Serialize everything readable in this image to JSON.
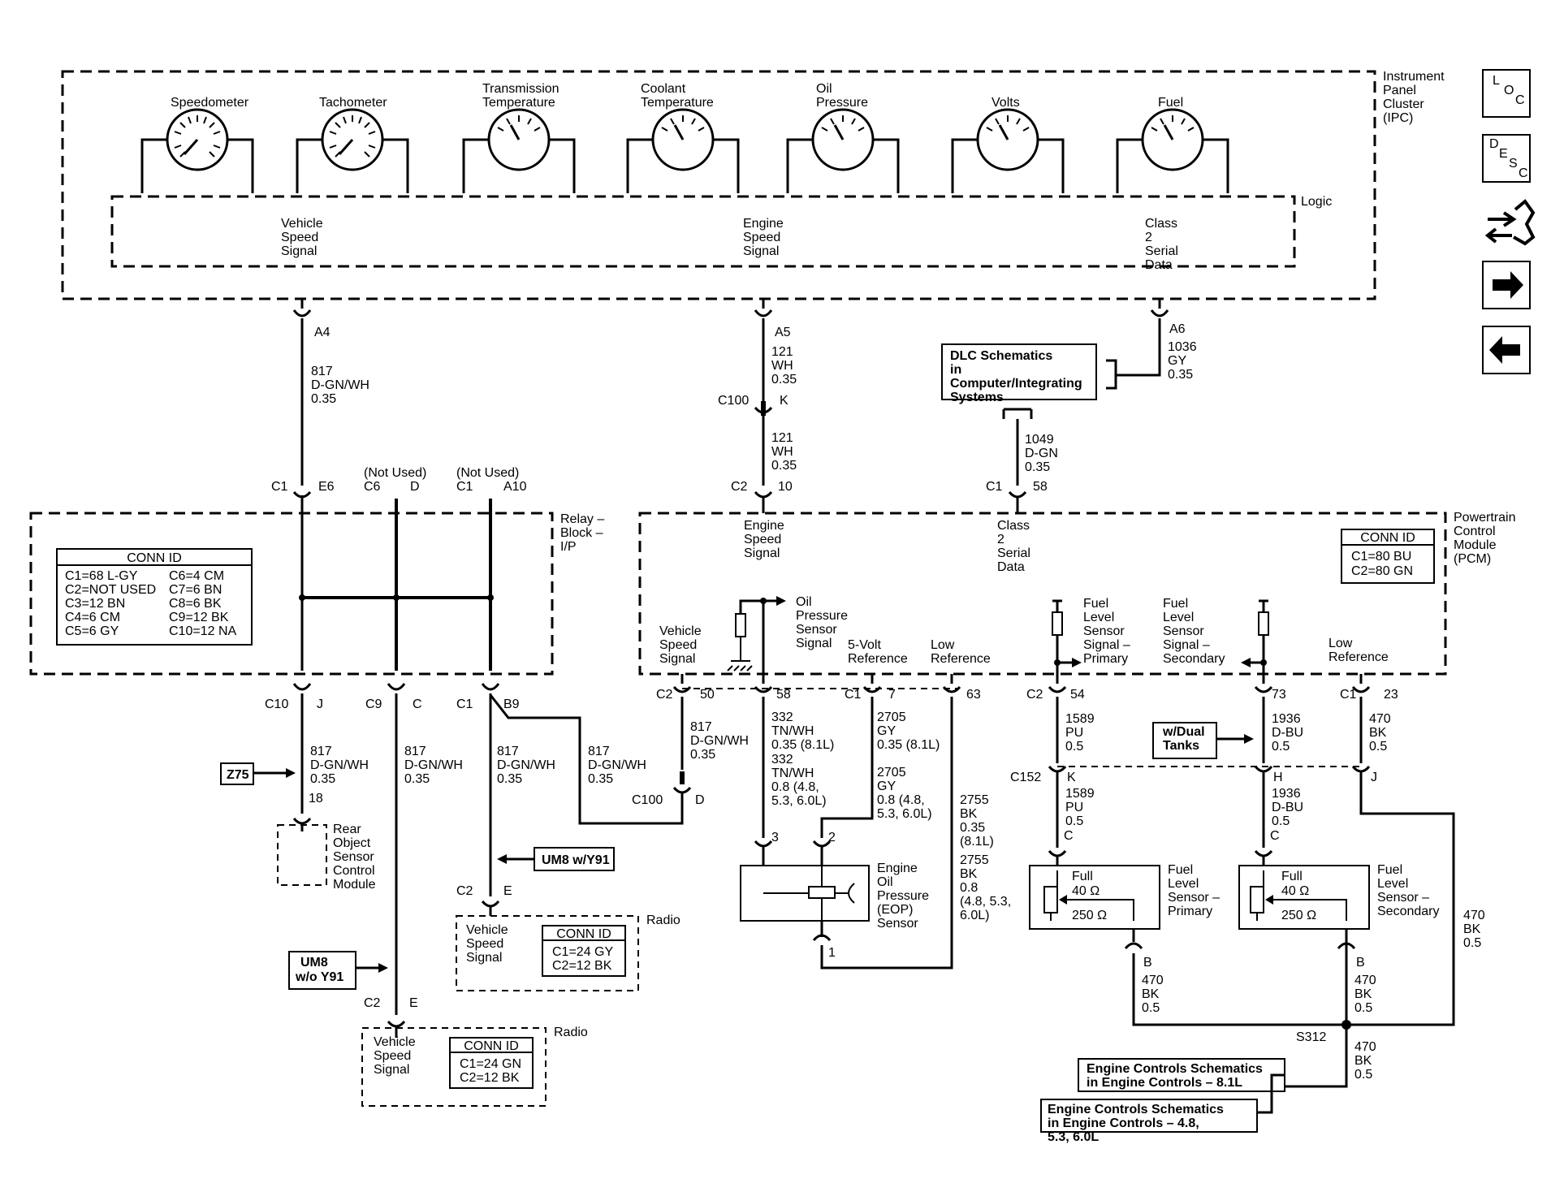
{
  "ipc": {
    "gauges": [
      "Speedometer",
      "Tachometer",
      "Transmission Temperature",
      "Coolant Temperature",
      "Oil Pressure",
      "Volts",
      "Fuel"
    ],
    "module_name": "Instrument Panel Cluster (IPC)",
    "logic": "Logic",
    "vehicle_speed_signal": "Vehicle Speed Signal",
    "engine_speed_signal": "Engine Speed Signal",
    "class2_serial_data": "Class 2 Serial Data"
  },
  "circuits": {
    "ipc_a4": {
      "pin": "A4",
      "circuit": "817",
      "color": "D-GN/WH",
      "gauge": "0.35"
    },
    "ipc_a5": {
      "pin": "A5",
      "circuit": "121",
      "color": "WH",
      "gauge": "0.35"
    },
    "c100_k": {
      "connector": "C100",
      "pin": "K",
      "circuit": "121",
      "color": "WH",
      "gauge": "0.35"
    },
    "ipc_a6": {
      "pin": "A6",
      "circuit": "1036",
      "color": "GY",
      "gauge": "0.35"
    },
    "dlc_1049": {
      "circuit": "1049",
      "color": "D-GN",
      "gauge": "0.35"
    }
  },
  "dlc_box": "DLC Schematics in Computer/Integrating Systems",
  "relay_block": {
    "name": "Relay – Block – I/P",
    "top_pins": [
      {
        "connector": "C1",
        "pin": "E6",
        "note": ""
      },
      {
        "connector": "C6",
        "pin": "D",
        "note": "(Not Used)"
      },
      {
        "connector": "C1",
        "pin": "A10",
        "note": "(Not Used)"
      }
    ],
    "bottom_pins": [
      {
        "connector": "C10",
        "pin": "J"
      },
      {
        "connector": "C9",
        "pin": "C"
      },
      {
        "connector": "C1",
        "pin": "B9"
      }
    ],
    "conn_id_title": "CONN ID",
    "conn_id_left": [
      "C1=68 L-GY",
      "C2=NOT USED",
      "C3=12 BN",
      "C4=6 CM",
      "C5=6 GY"
    ],
    "conn_id_right": [
      "C6=4 CM",
      "C7=6 BN",
      "C8=6 BK",
      "C9=12 BK",
      "C10=12 NA"
    ]
  },
  "wire_817": {
    "circuit": "817",
    "color": "D-GN/WH",
    "gauge": "0.35"
  },
  "options": {
    "z75": "Z75",
    "um8_y91": "UM8 w/Y91",
    "um8_wo_y91_a": "UM8",
    "um8_wo_y91_b": "w/o Y91",
    "dual_tanks": "w/Dual Tanks"
  },
  "rear_object": {
    "pin": "18",
    "name": "Rear Object Sensor Control Module"
  },
  "radio1": {
    "connector": "C2",
    "pin": "E",
    "name": "Radio",
    "signal": "Vehicle Speed Signal",
    "conn_id": [
      "CONN ID",
      "C1=24 GY",
      "C2=12 BK"
    ]
  },
  "radio2": {
    "connector": "C2",
    "pin": "E",
    "name": "Radio",
    "signal": "Vehicle Speed Signal",
    "conn_id": [
      "CONN ID",
      "C1=24 GN",
      "C2=12 BK"
    ]
  },
  "c100_d": {
    "connector": "C100",
    "pin": "D"
  },
  "pcm": {
    "name": "Powertrain Control Module (PCM)",
    "top_engine_speed": {
      "connector": "C2",
      "pin": "10",
      "label": "Engine Speed Signal"
    },
    "top_class2": {
      "connector": "C1",
      "pin": "58",
      "label": "Class 2 Serial Data"
    },
    "conn_id": [
      "CONN ID",
      "C1=80 BU",
      "C2=80 GN"
    ],
    "labels": {
      "vehicle_speed": "Vehicle Speed Signal",
      "oil_pressure": "Oil Pressure Sensor Signal",
      "five_volt": "5-Volt Reference",
      "low_ref": "Low Reference",
      "fuel_primary": "Fuel Level Sensor Signal – Primary",
      "fuel_secondary": "Fuel Level Sensor Signal – Secondary",
      "low_ref2": "Low Reference"
    },
    "bottom_pins": [
      {
        "connector": "C2",
        "pin": "50"
      },
      {
        "connector": "",
        "pin": "58"
      },
      {
        "connector": "C1",
        "pin": "7"
      },
      {
        "connector": "",
        "pin": "63"
      },
      {
        "connector": "C2",
        "pin": "54"
      },
      {
        "connector": "",
        "pin": "73"
      },
      {
        "connector": "C1",
        "pin": "23"
      }
    ]
  },
  "eop_wires": {
    "w332a": [
      "332",
      "TN/WH",
      "0.35 (8.1L)"
    ],
    "w332b": [
      "332",
      "TN/WH",
      "0.8 (4.8,",
      "5.3, 6.0L)"
    ],
    "w2705a": [
      "2705",
      "GY",
      "0.35 (8.1L)"
    ],
    "w2705b": [
      "2705",
      "GY",
      "0.8 (4.8,",
      "5.3, 6.0L)"
    ],
    "w2755a": [
      "2755",
      "BK",
      "0.35",
      "(8.1L)"
    ],
    "w2755b": [
      "2755",
      "BK",
      "0.8",
      "(4.8, 5.3,",
      "6.0L)"
    ]
  },
  "eop_sensor": {
    "name": "Engine Oil Pressure (EOP) Sensor",
    "pins": [
      "3",
      "2",
      "1"
    ]
  },
  "fuel_wires": {
    "w1589a": [
      "1589",
      "PU",
      "0.5"
    ],
    "w1589b": [
      "1589",
      "PU",
      "0.5"
    ],
    "w1936a": [
      "1936",
      "D-BU",
      "0.5"
    ],
    "w1936b": [
      "1936",
      "D-BU",
      "0.5"
    ],
    "w470a": [
      "470",
      "BK",
      "0.5"
    ],
    "w470b": [
      "470",
      "BK",
      "0.5"
    ],
    "w470c": [
      "470",
      "BK",
      "0.5"
    ],
    "w470d": [
      "470",
      "BK",
      "0.5"
    ],
    "w470e": [
      "470",
      "BK",
      "0.5"
    ]
  },
  "c152": {
    "connector": "C152",
    "pins": [
      "K",
      "H",
      "J"
    ]
  },
  "fuel_primary": {
    "name": "Fuel Level Sensor – Primary",
    "full": "Full",
    "r40": "40 Ω",
    "r250": "250 Ω",
    "pin_c": "C",
    "pin_b": "B"
  },
  "fuel_secondary": {
    "name": "Fuel Level Sensor – Secondary",
    "full": "Full",
    "r40": "40 Ω",
    "r250": "250 Ω",
    "pin_c": "C",
    "pin_b": "B"
  },
  "splice": "S312",
  "engine_controls_81": "Engine Controls Schematics in Engine Controls – 8.1L",
  "engine_controls_48": "Engine Controls Schematics in Engine Controls – 4.8, 5.3, 6.0L",
  "nav": {
    "loc": "LOC",
    "desc": "DESC"
  }
}
